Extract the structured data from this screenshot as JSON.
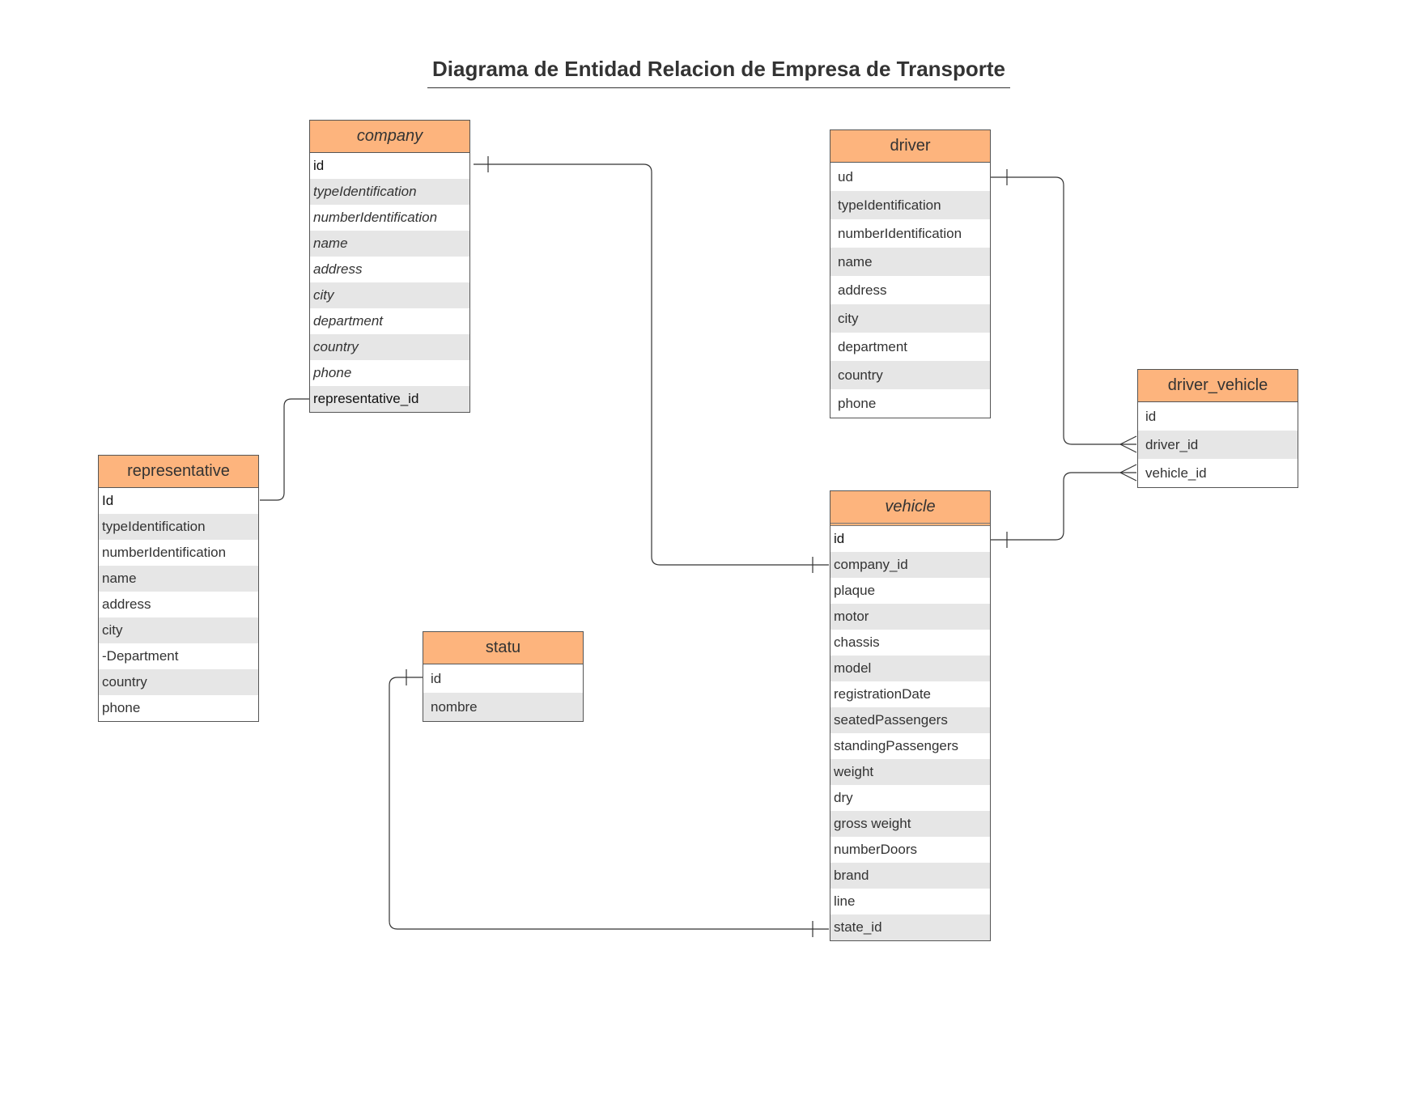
{
  "title": "Diagrama de Entidad Relacion de Empresa de Transporte",
  "colors": {
    "header": "#fdb47d",
    "alt_row": "#e6e6e6",
    "line": "#333333"
  },
  "entities": {
    "company": {
      "name": "company",
      "fields": [
        "id",
        "typeIdentification",
        "numberIdentification",
        "name",
        "address",
        "city",
        "department",
        "country",
        "phone",
        "representative_id"
      ]
    },
    "driver": {
      "name": "driver",
      "fields": [
        "ud",
        "typeIdentification",
        "numberIdentification",
        "name",
        "address",
        "city",
        "department",
        "country",
        "phone"
      ]
    },
    "driver_vehicle": {
      "name": "driver_vehicle",
      "fields": [
        "id",
        "driver_id",
        "vehicle_id"
      ]
    },
    "representative": {
      "name": "representative",
      "fields": [
        "Id",
        "typeIdentification",
        "numberIdentification",
        "name",
        "address",
        "city",
        "-Department",
        "country",
        "phone"
      ]
    },
    "statu": {
      "name": "statu",
      "fields": [
        "id",
        "nombre"
      ]
    },
    "vehicle": {
      "name": "vehicle",
      "fields": [
        "id",
        "company_id",
        "plaque",
        "motor",
        "chassis",
        "model",
        "registrationDate",
        "seatedPassengers",
        "standingPassengers",
        "weight",
        "dry",
        "gross weight",
        "numberDoors",
        "brand",
        "line",
        "state_id"
      ]
    }
  },
  "relationships": [
    {
      "from": "company.id",
      "to": "vehicle.company_id",
      "from_end": "one",
      "to_end": "one"
    },
    {
      "from": "company.representative_id",
      "to": "representative.Id",
      "from_end": "none",
      "to_end": "none"
    },
    {
      "from": "driver.ud",
      "to": "driver_vehicle.driver_id",
      "from_end": "one",
      "to_end": "many"
    },
    {
      "from": "vehicle.id",
      "to": "driver_vehicle.vehicle_id",
      "from_end": "one",
      "to_end": "many"
    },
    {
      "from": "statu.id",
      "to": "vehicle.state_id",
      "from_end": "one",
      "to_end": "one"
    }
  ]
}
